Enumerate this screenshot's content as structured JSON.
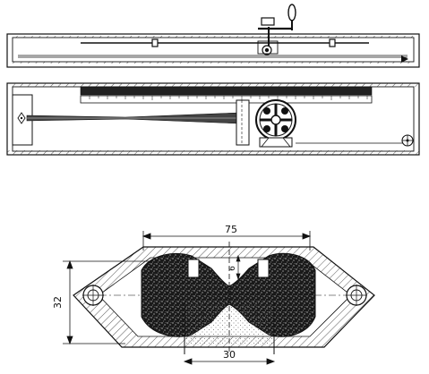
{
  "figure": {
    "dimensions": {
      "top_width": "75",
      "bottom_width": "30",
      "height": "32",
      "gap": "6"
    }
  }
}
